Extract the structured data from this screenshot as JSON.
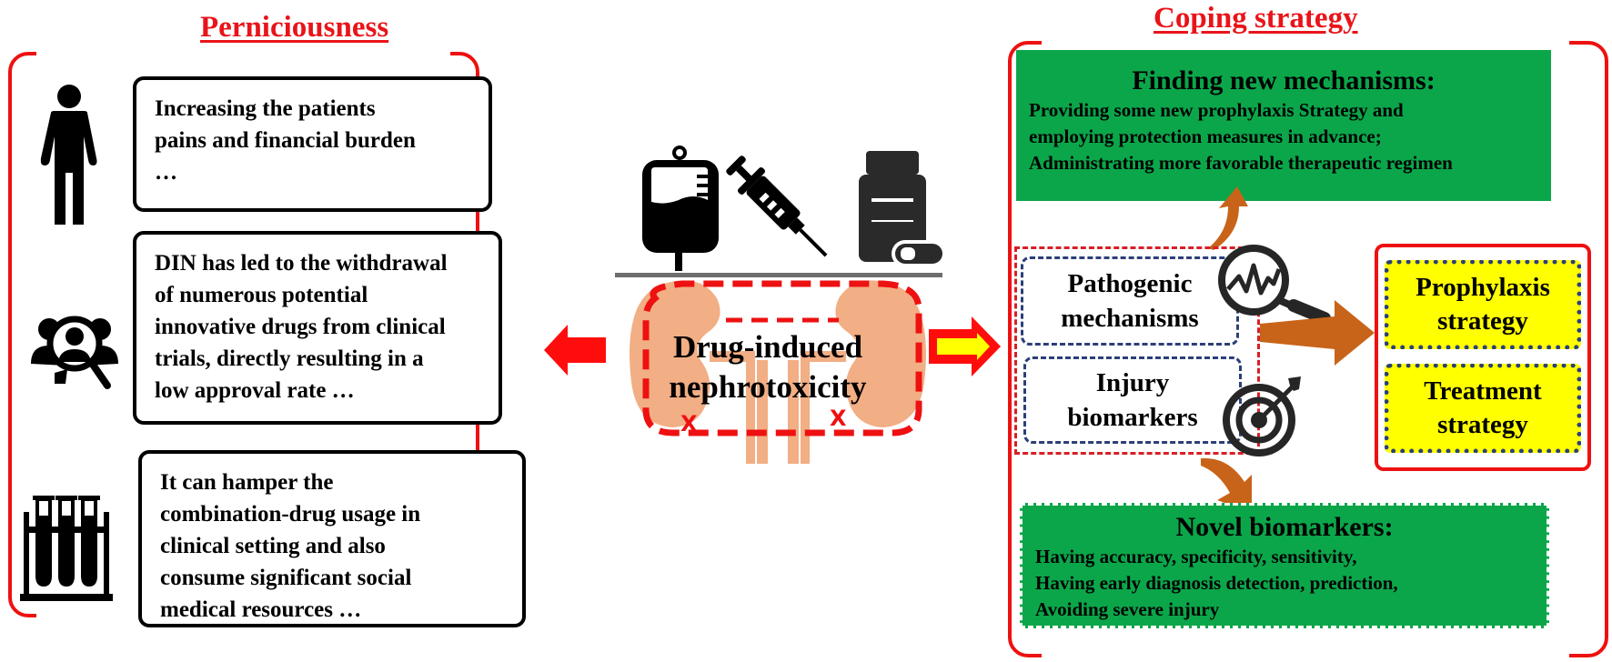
{
  "left_section": {
    "title": "Perniciousness",
    "items": [
      {
        "icon": "person-icon",
        "text_lines": [
          "Increasing the patients",
          "pains and financial burden",
          "…"
        ]
      },
      {
        "icon": "people-search-icon",
        "text_lines": [
          "DIN has led to the withdrawal",
          "of numerous potential",
          "innovative drugs from clinical",
          "trials, directly resulting in a",
          "low approval rate …"
        ]
      },
      {
        "icon": "test-tubes-icon",
        "text_lines": [
          "It can hamper the",
          "combination-drug usage in",
          "clinical setting and also",
          "consume significant social",
          "medical resources …"
        ]
      }
    ]
  },
  "center": {
    "drug_icons": [
      "iv-bag-icon",
      "syringe-icon",
      "pill-bottle-icon"
    ],
    "label_lines": [
      "Drug-induced",
      "nephrotoxicity"
    ],
    "injury_marks": [
      "X",
      "X"
    ],
    "colors": {
      "kidney": "#f2ae84",
      "dashed_outline": "#ee1111",
      "left_arrow": "#ff0d0d",
      "right_arrow_fill": "#ffff00"
    }
  },
  "right_section": {
    "title": "Coping strategy",
    "mechanisms_box": {
      "title": "Finding new mechanisms:",
      "lines": [
        "Providing some new prophylaxis Strategy and",
        "employing protection measures in advance;",
        "Administrating  more favorable therapeutic regimen"
      ]
    },
    "pathogenic": {
      "lines": [
        "Pathogenic",
        "mechanisms"
      ],
      "icon": "magnifier-pulse-icon"
    },
    "injury": {
      "lines": [
        "Injury",
        "biomarkers"
      ],
      "icon": "target-dart-icon"
    },
    "outcomes": [
      {
        "lines": [
          "Prophylaxis",
          "strategy"
        ]
      },
      {
        "lines": [
          "Treatment",
          "strategy"
        ]
      }
    ],
    "biomarkers_box": {
      "title": "Novel biomarkers:",
      "lines": [
        "Having accuracy, specificity, sensitivity,",
        "Having early diagnosis detection, prediction,",
        "Avoiding severe injury"
      ]
    },
    "colors": {
      "green": "#0ba64a",
      "yellow": "#ffff00",
      "arrow": "#c8641a",
      "frame": "#ee1111"
    }
  }
}
